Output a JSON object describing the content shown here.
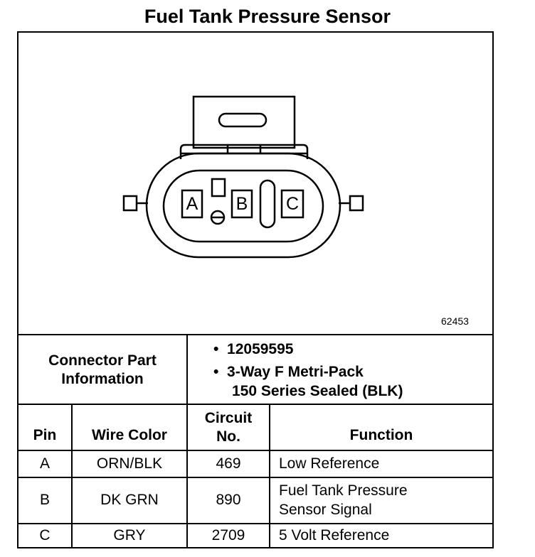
{
  "title": "Fuel Tank Pressure Sensor",
  "drawing_number": "62453",
  "connector": {
    "pins": [
      "A",
      "B",
      "C"
    ]
  },
  "connector_info": {
    "label_line1": "Connector Part",
    "label_line2": "Information",
    "part_number": "12059595",
    "desc_line1": "3-Way F Metri-Pack",
    "desc_line2": "150 Series Sealed (BLK)",
    "bullet": "•"
  },
  "table": {
    "headers": {
      "pin": "Pin",
      "wire_color": "Wire Color",
      "circuit_line1": "Circuit",
      "circuit_line2": "No.",
      "function": "Function"
    },
    "rows": [
      {
        "pin": "A",
        "wire_color": "ORN/BLK",
        "circuit": "469",
        "function_line1": "Low Reference",
        "function_line2": ""
      },
      {
        "pin": "B",
        "wire_color": "DK GRN",
        "circuit": "890",
        "function_line1": "Fuel Tank Pressure",
        "function_line2": "Sensor Signal"
      },
      {
        "pin": "C",
        "wire_color": "GRY",
        "circuit": "2709",
        "function_line1": "5 Volt Reference",
        "function_line2": ""
      }
    ]
  }
}
